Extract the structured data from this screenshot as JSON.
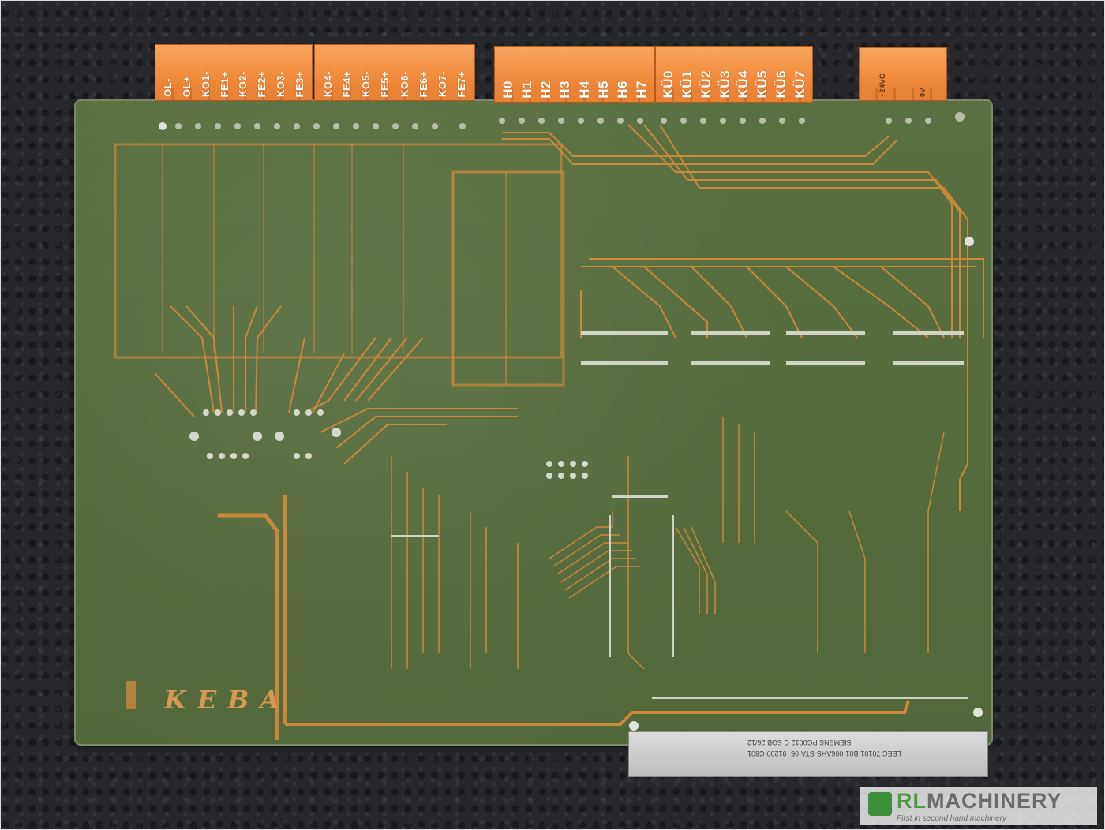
{
  "connectors": {
    "group1": [
      "ÖL-",
      "ÖL+",
      "KO1-",
      "FE1+",
      "KO2-",
      "FE2+",
      "KO3-",
      "FE3+"
    ],
    "group2": [
      "KO4-",
      "FE4+",
      "KO5-",
      "FE5+",
      "KO6-",
      "FE6+",
      "KO7-",
      "FE7+"
    ],
    "group3": [
      "H0",
      "H1",
      "H2",
      "H3",
      "H4",
      "H5",
      "H6",
      "H7"
    ],
    "group4": [
      "KÜ0",
      "KÜ1",
      "KÜ2",
      "KÜ3",
      "KÜ4",
      "KÜ5",
      "KÜ6",
      "KÜ7"
    ],
    "group5": [
      "+24VC",
      "0V"
    ]
  },
  "board": {
    "logo": "KEBA",
    "edge_label_1": "SIEMENS   PG0012   C   SOB   26/12",
    "edge_label_2": "LEEC 70101-B01-006AHS-STA-05   -91200-C801"
  },
  "watermark": {
    "brand_prefix": "RL",
    "brand_suffix": "MACHINERY",
    "tagline": "First in second hand machinery"
  },
  "colors": {
    "pcb_green": "#566b3a",
    "trace_copper": "#c8893c",
    "connector_orange": "#f08a3c"
  }
}
